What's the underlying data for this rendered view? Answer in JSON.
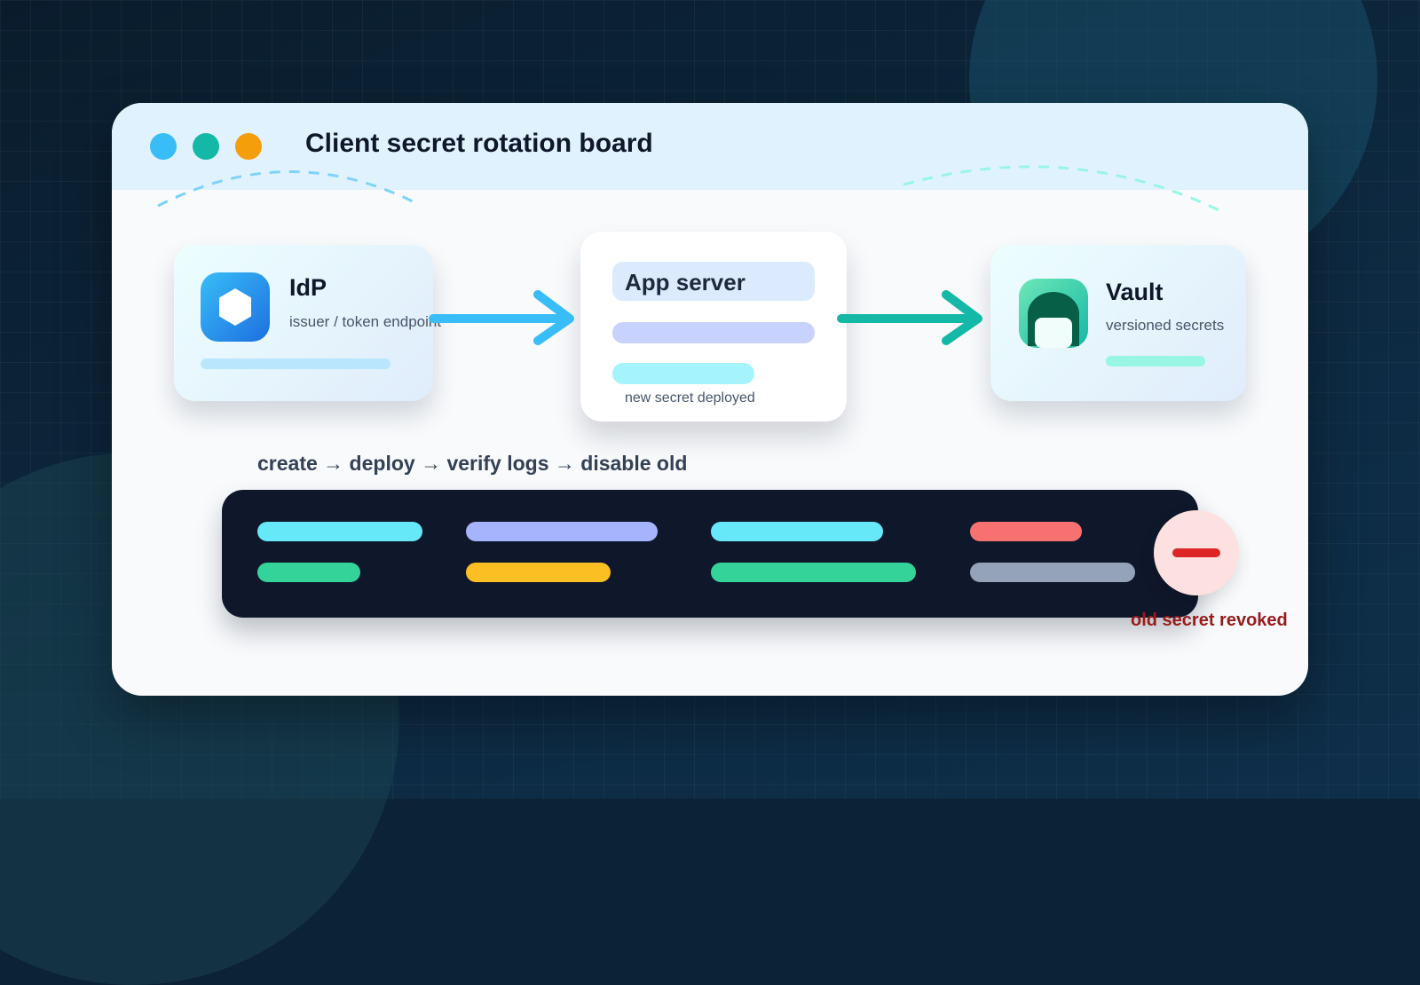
{
  "window": {
    "title": "Client secret rotation board",
    "controls": [
      "blue-dot",
      "teal-dot",
      "orange-dot"
    ]
  },
  "colors": {
    "blue": "#38bdf8",
    "teal": "#14b8a6",
    "orange": "#f59e0b",
    "danger": "#dc2626"
  },
  "nodes": {
    "idp": {
      "title": "IdP",
      "subtitle": "issuer / token endpoint",
      "icon": "hexagon-icon"
    },
    "app": {
      "title": "App server",
      "status": "new secret deployed"
    },
    "vault": {
      "title": "Vault",
      "subtitle": "versioned secrets",
      "icon": "vault-icon"
    }
  },
  "steps": "create → deploy → verify logs → disable old",
  "revoke": {
    "label": "old secret revoked",
    "icon": "minus-icon"
  }
}
